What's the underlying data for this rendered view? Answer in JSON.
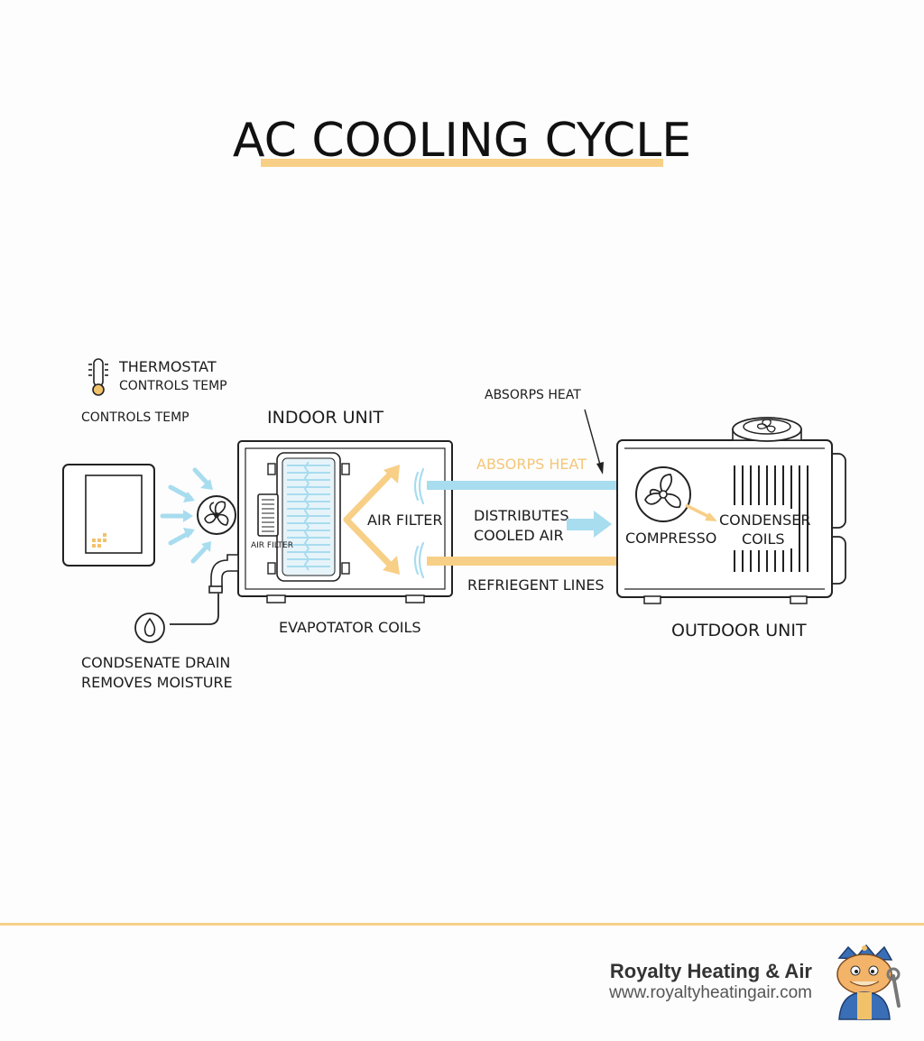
{
  "title": "AC COOLING CYCLE",
  "thermostat": {
    "name": "THERMOSTAT",
    "caption": "CONTROLS TEMP",
    "side_caption": "CONTROLS TEMP"
  },
  "indoor_unit": {
    "name": "INDOOR UNIT",
    "air_filter_small": "AIR FILTER",
    "air_filter": "AIR FILTER",
    "evaporator": "EVAPOTATOR COILS"
  },
  "lines": {
    "absorbs_heat_top": "ABSORPS HEAT",
    "absorbs_heat_colored": "ABSORPS HEAT",
    "distributes_1": "DISTRIBUTES",
    "distributes_2": "COOLED AIR",
    "refrigerant": "REFRIEGENT LINES"
  },
  "outdoor_unit": {
    "name": "OUTDOOR UNIT",
    "compressor": "COMPRESSOR",
    "condenser_1": "CONDENSER",
    "condenser_2": "COILS"
  },
  "drain": {
    "line1": "CONDSENATE DRAIN",
    "line2": "REMOVES MOISTURE"
  },
  "brand": {
    "name": "Royalty Heating & Air",
    "url": "www.royaltyheatingair.com"
  },
  "colors": {
    "accent_yellow": "#f7cf86",
    "accent_blue": "#a8dcef",
    "outline": "#222222"
  },
  "icons": [
    "thermometer-icon",
    "fan-icon",
    "water-drop-icon",
    "mascot-icon"
  ]
}
